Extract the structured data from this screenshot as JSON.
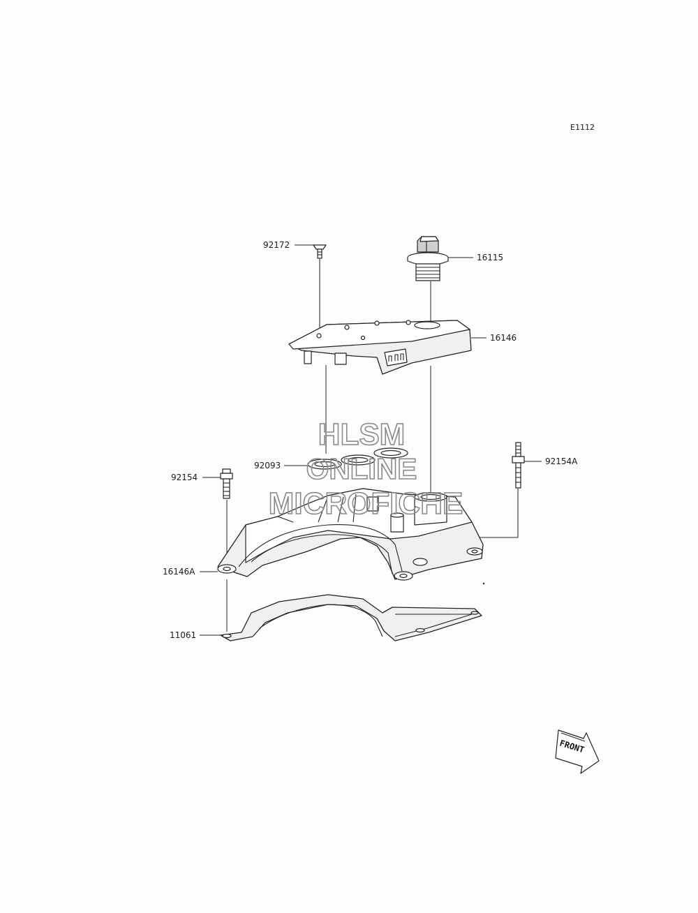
{
  "diagram": {
    "id": "E1112",
    "watermark": [
      "HLSM",
      "ONLINE",
      "MICROFICHE"
    ],
    "front_label": "FRONT"
  },
  "parts": [
    {
      "key": "p92172",
      "number": "92172"
    },
    {
      "key": "p16115",
      "number": "16115"
    },
    {
      "key": "p16146",
      "number": "16146"
    },
    {
      "key": "p92093",
      "number": "92093"
    },
    {
      "key": "p92154",
      "number": "92154"
    },
    {
      "key": "p92154A",
      "number": "92154A"
    },
    {
      "key": "p16146A",
      "number": "16146A"
    },
    {
      "key": "p11061",
      "number": "11061"
    }
  ]
}
